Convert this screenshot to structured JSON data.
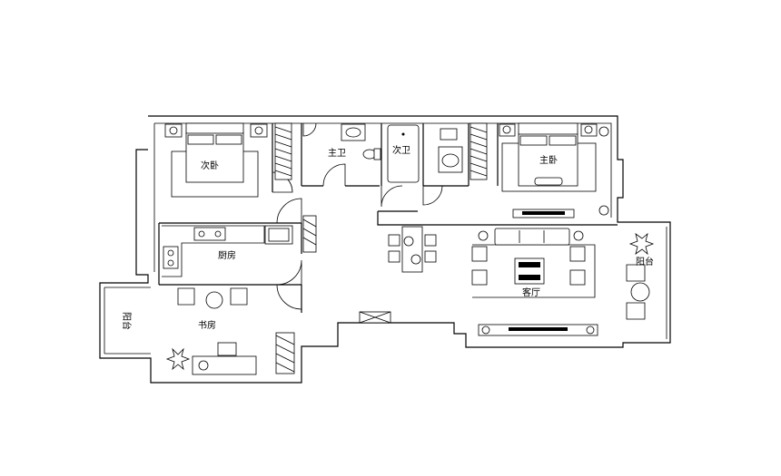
{
  "rooms": {
    "second_bedroom": "次卧",
    "master_bath": "主卫",
    "second_bath": "次卫",
    "master_bedroom": "主卧",
    "kitchen": "厨房",
    "living_room": "客厅",
    "balcony_right": "阳台",
    "study": "书房",
    "balcony_left": "阳台"
  }
}
